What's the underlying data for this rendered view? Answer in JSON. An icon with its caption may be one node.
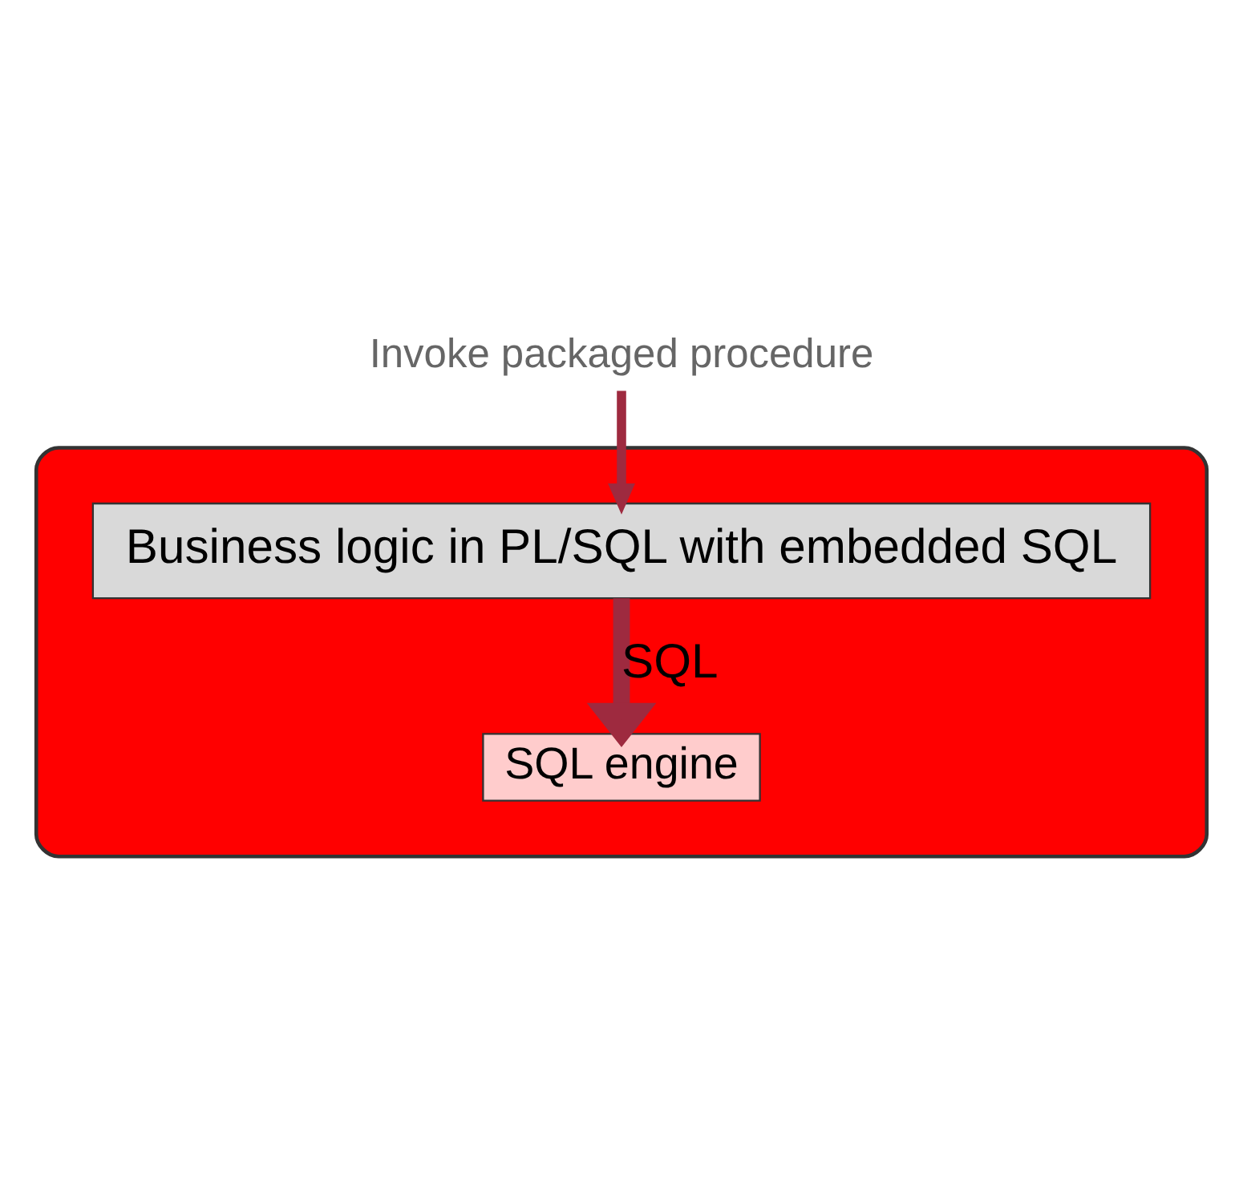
{
  "diagram": {
    "nodes": [
      {
        "text": [
          "Invoke packaged procedure"
        ]
      },
      {
        "text": [],
        "shape": "cylinder"
      },
      {
        "text": [
          "Business logic in PL/SQL with embedded SQL"
        ],
        "in": 1
      },
      {
        "text": [
          "SQL engine"
        ],
        "in": 1
      }
    ],
    "edges": [
      {
        "from": 0,
        "to": 2,
        "arrow": "to"
      },
      {
        "from": 2,
        "to": 3,
        "arrow": "to",
        "label": "SQL",
        "style": "thick"
      }
    ]
  }
}
